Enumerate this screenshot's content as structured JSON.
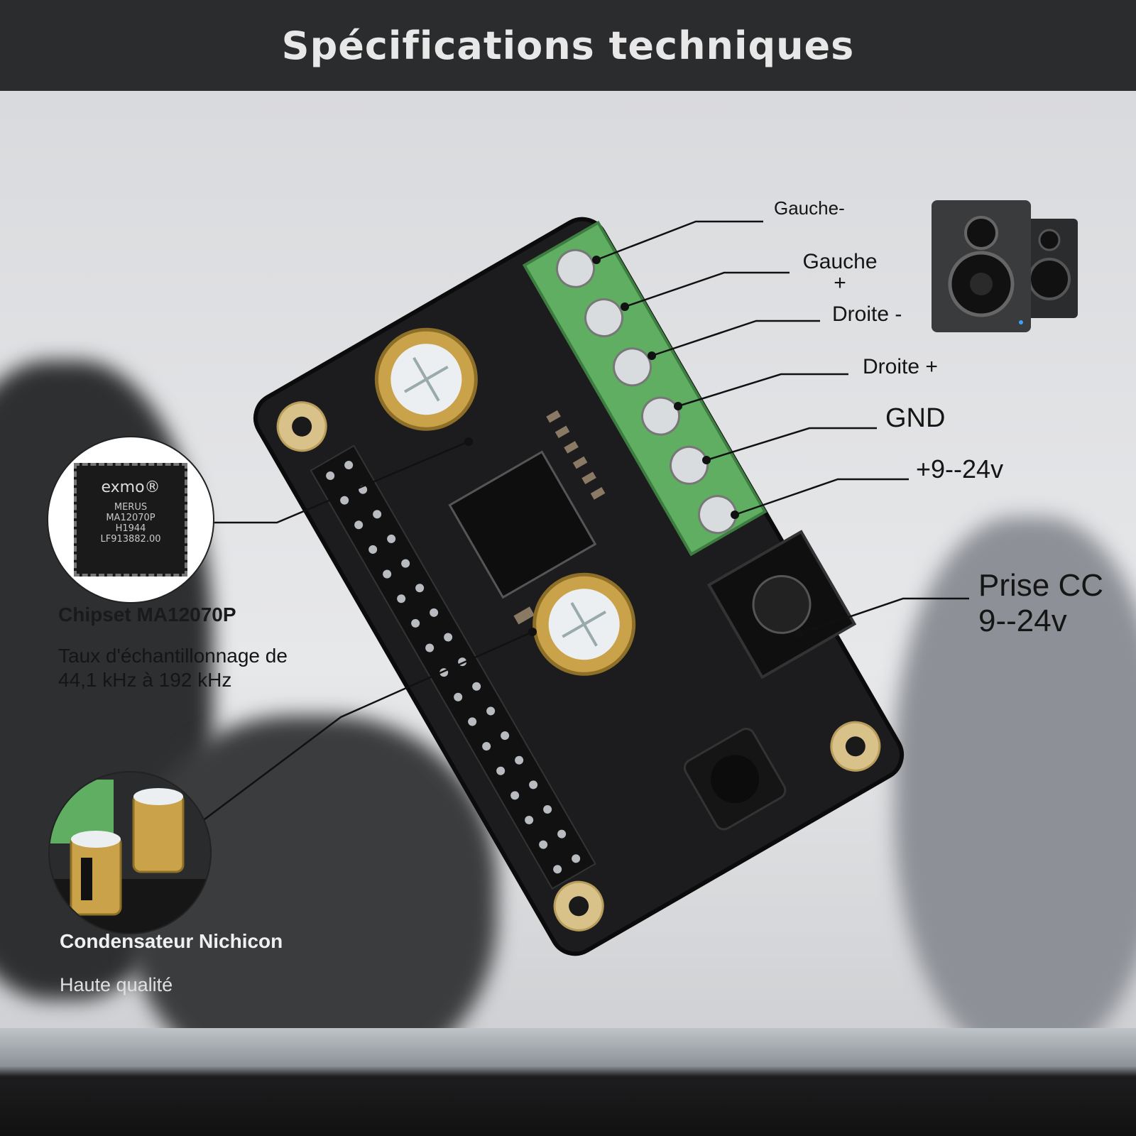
{
  "header": {
    "title": "Spécifications techniques"
  },
  "terminals": [
    {
      "label": "Gauche-"
    },
    {
      "label": "Gauche +"
    },
    {
      "label": "Droite -"
    },
    {
      "label": "Droite +"
    },
    {
      "label": "GND"
    },
    {
      "label": "+9--24v"
    }
  ],
  "dc_jack": {
    "line1": "Prise CC",
    "line2": "9--24v"
  },
  "chipset": {
    "title": "Chipset MA12070P",
    "description_line1": "Taux d'échantillonnage de",
    "description_line2": "44,1 kHz à 192 kHz",
    "chip_markings": [
      "exmo®",
      "MERUS",
      "MA12070P",
      "H1944",
      "LF913882.00"
    ]
  },
  "capacitor": {
    "title": "Condensateur Nichicon",
    "subtitle": "Haute qualité"
  },
  "colors": {
    "header_bg": "#2b2c2e",
    "header_text": "#e8e8e8",
    "pcb": "#1c1c1e",
    "terminal_green": "#5fae62",
    "capacitor_gold": "#c9a24a"
  },
  "icons": [
    "speaker-pair-icon",
    "chip-icon",
    "capacitor-icon"
  ]
}
